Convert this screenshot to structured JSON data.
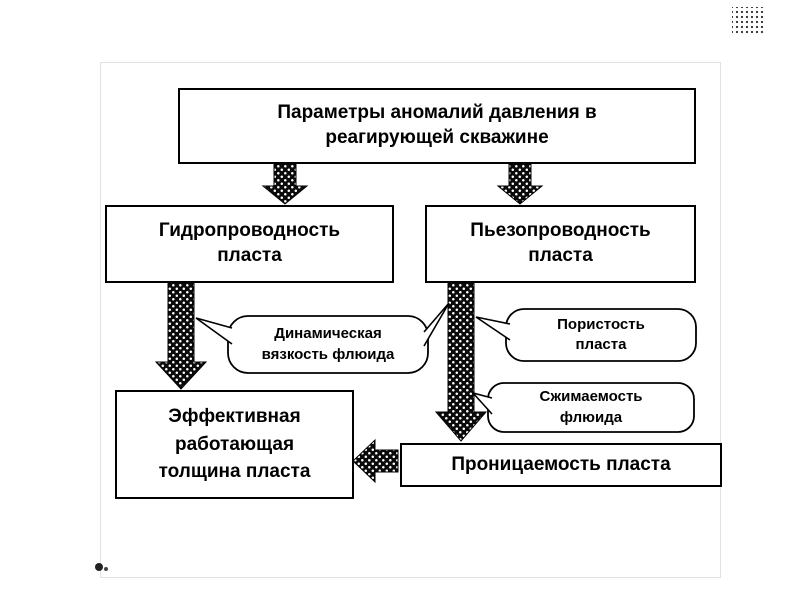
{
  "diagram": {
    "title": "Параметры аномалий давления в\nреагирующей скважине",
    "hydroconductivity": "Гидропроводность\nпласта",
    "piezoconductivity": "Пьезопроводность\nпласта",
    "effective_thickness": "Эффективная\nработающая\nтолщина пласта",
    "permeability": "Проницаемость пласта",
    "viscosity": "Динамическая\nвязкость флюида",
    "porosity": "Пористость\nпласта",
    "compressibility": "Сжимаемость\nфлюида",
    "colors": {
      "ink": "#000000",
      "paper": "#ffffff"
    }
  }
}
